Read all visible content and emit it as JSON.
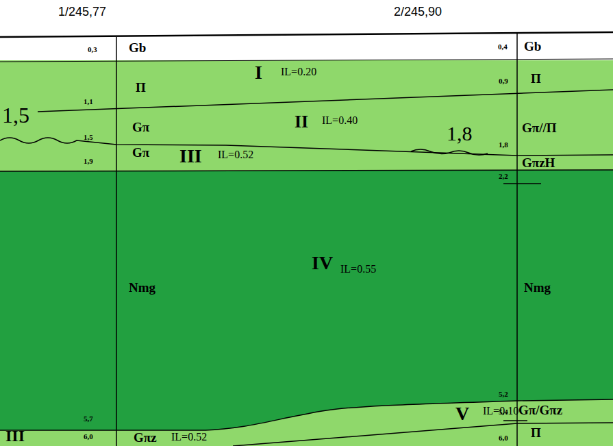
{
  "diagram": {
    "labels": [
      "1/245,77",
      "2/245,90",
      "0,3",
      "Gb",
      "0,4",
      "Gb",
      "П",
      "I",
      "IL=0.20",
      "0,9",
      "П",
      "1,5",
      "1,1",
      "Gπ",
      "II",
      "IL=0.40",
      "Gπ//П",
      "1,5",
      "1,8",
      "Gπ",
      "III",
      "IL=0.52",
      "1,8",
      "1,9",
      "GπzH",
      "2,2",
      "Nmg",
      "IV",
      "IL=0.55",
      "Nmg",
      "5,2",
      "5,4",
      "Gπ/Gπz",
      "П",
      "5,7",
      "V",
      "IL=0.10",
      "III",
      "Gπz",
      "IL=0.52",
      "6,0",
      "6,0"
    ]
  }
}
